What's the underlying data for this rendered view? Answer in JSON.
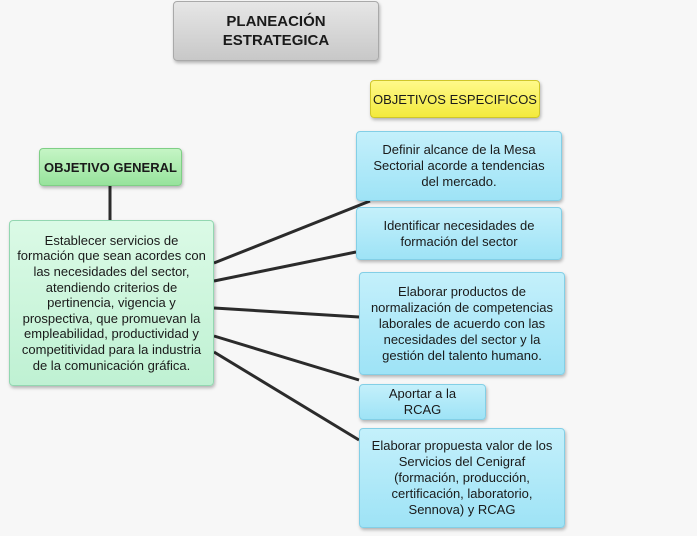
{
  "diagram": {
    "title": "PLANEACIÓN\nESTRATEGICA",
    "specific_objectives_header": "OBJETIVOS ESPECIFICOS",
    "general_objective_header": "OBJETIVO GENERAL",
    "general_objective_text": "Establecer servicios de formación que sean acordes con las necesidades del sector, atendiendo criterios de pertinencia, vigencia y prospectiva, que promuevan la empleabilidad, productividad y competitividad para la industria de la comunicación gráfica.",
    "specific_objectives": [
      "Definir alcance de la Mesa Sectorial acorde a tendencias del mercado.",
      "Identificar necesidades de formación del sector",
      "Elaborar productos de normalización de competencias laborales de acuerdo con las necesidades del sector y la gestión del talento humano.",
      "Aportar a la RCAG",
      "Elaborar propuesta valor de los Servicios del Cenigraf (formación, producción, certificación, laboratorio, Sennova) y RCAG"
    ]
  },
  "colors": {
    "title_fill": "#d4d4d4",
    "specific_header_fill": "#f7ef4f",
    "general_header_fill": "#a8e8ad",
    "general_text_fill": "#c9f4da",
    "specific_fill": "#ade8f8",
    "connector": "#2b2b2b"
  }
}
